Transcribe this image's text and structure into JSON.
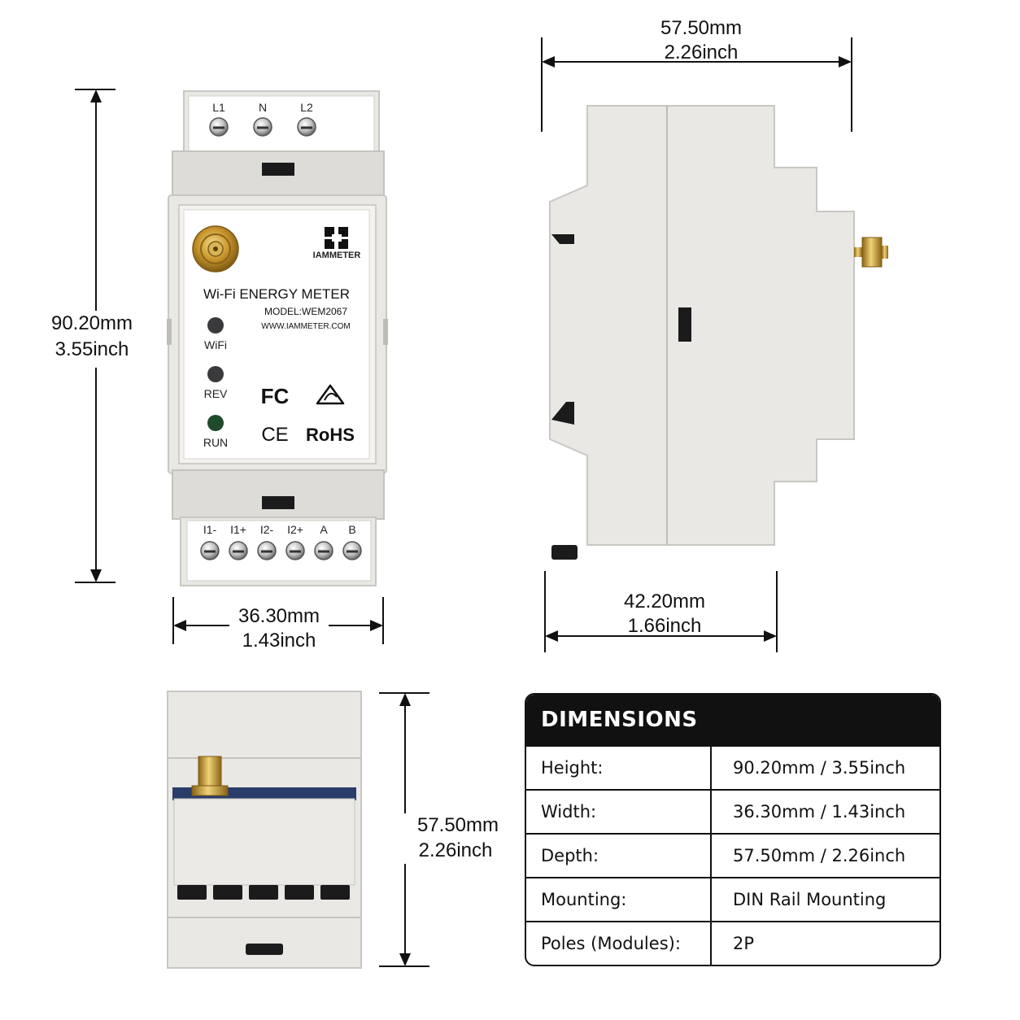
{
  "front": {
    "top_terminals": [
      "L1",
      "N",
      "L2"
    ],
    "bottom_terminals": [
      "I1-",
      "I1+",
      "I2-",
      "I2+",
      "A",
      "B"
    ],
    "brand": "IAMMETER",
    "product_title": "Wi-Fi ENERGY METER",
    "model": "MODEL:WEM2067",
    "website": "WWW.IAMMETER.COM",
    "leds": [
      {
        "label": "WiFi",
        "color": "#3a3a3c"
      },
      {
        "label": "REV",
        "color": "#3a3a3c"
      },
      {
        "label": "RUN",
        "color": "#1f4a2c"
      }
    ],
    "marks": [
      "FC",
      "CE",
      "RoHS"
    ]
  },
  "dimensions": {
    "height": {
      "mm": "90.20mm",
      "inch": "3.55inch"
    },
    "width": {
      "mm": "36.30mm",
      "inch": "1.43inch"
    },
    "side_top": {
      "mm": "57.50mm",
      "inch": "2.26inch"
    },
    "side_bottom": {
      "mm": "42.20mm",
      "inch": "1.66inch"
    },
    "bottom_view": {
      "mm": "57.50mm",
      "inch": "2.26inch"
    }
  },
  "table": {
    "title": "DIMENSIONS",
    "rows": [
      {
        "key": "Height:",
        "value": "90.20mm / 3.55inch"
      },
      {
        "key": "Width:",
        "value": "36.30mm / 1.43inch"
      },
      {
        "key": "Depth:",
        "value": "57.50mm / 2.26inch"
      },
      {
        "key": "Mounting:",
        "value": "DIN Rail Mounting"
      },
      {
        "key": "Poles (Modules):",
        "value": "2P"
      }
    ]
  },
  "colors": {
    "case": "#e9e8e4",
    "antenna_gold": "#c9962e",
    "table_header": "#111111"
  }
}
